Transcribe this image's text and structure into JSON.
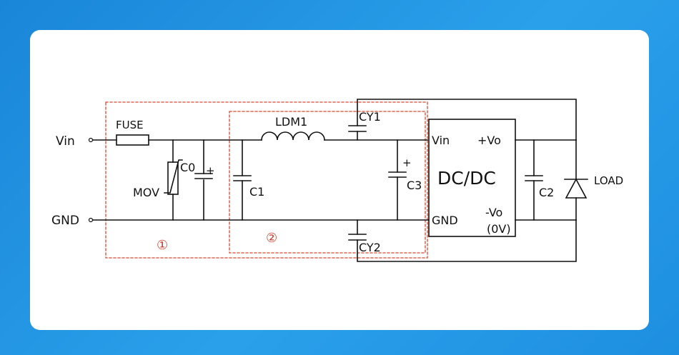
{
  "labels": {
    "vin": "Vin",
    "gnd": "GND",
    "fuse": "FUSE",
    "mov": "MOV",
    "c0": "C0",
    "c0_plus": "+",
    "c1": "C1",
    "ldm1": "LDM1",
    "cy1": "CY1",
    "cy2": "CY2",
    "c3": "C3",
    "c3_plus": "+",
    "dcdc": "DC/DC",
    "dcdc_vin": "Vin",
    "dcdc_gnd": "GND",
    "dcdc_vo_pos": "+Vo",
    "dcdc_vo_neg": "-Vo",
    "dcdc_zero": "(0V)",
    "c2": "C2",
    "load": "LOAD",
    "region1": "①",
    "region2": "②"
  },
  "colors": {
    "background": "#1a86d8",
    "card": "#ffffff",
    "wire": "#111111",
    "dashed_region": "#d9482f"
  }
}
